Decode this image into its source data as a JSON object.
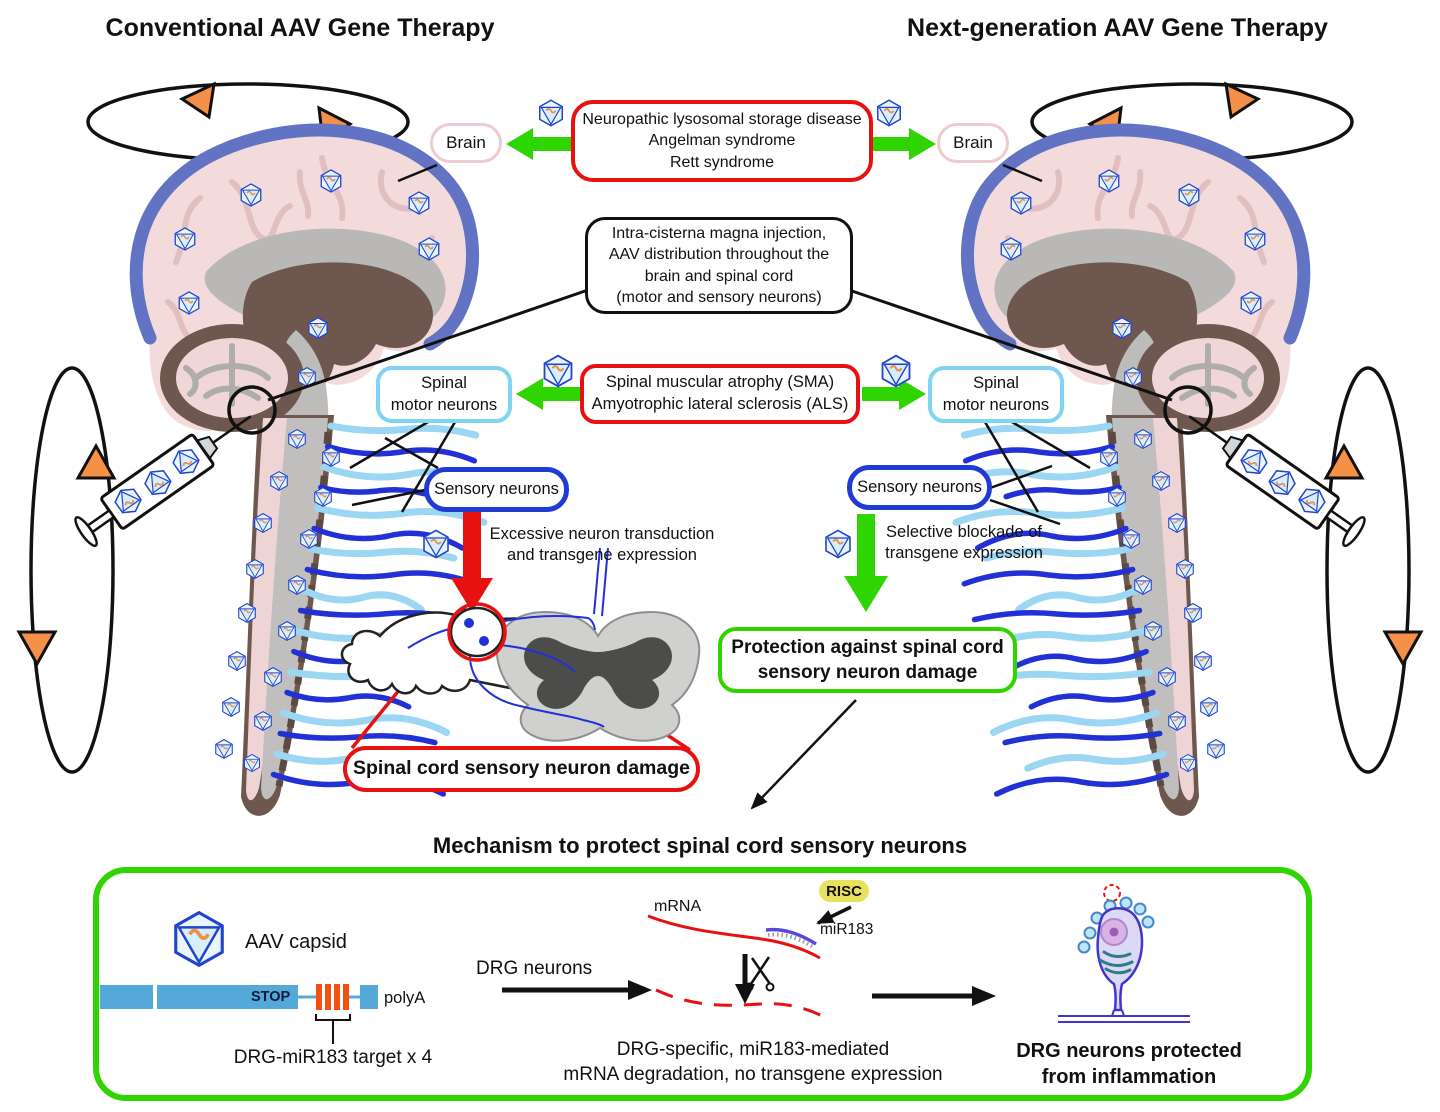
{
  "colors": {
    "accent_green": "#2ed500",
    "accent_red": "#e81111",
    "sensory_blue": "#1f3bd3",
    "motor_cyan": "#7fd4f0",
    "construct_blue": "#55a9d9",
    "construct_orange": "#f4500f",
    "risc_yellow": "#e8e15e",
    "capsid_blue": "#2244cc",
    "rotation_arrow_orange": "#f59048"
  },
  "titles": {
    "left": "Conventional AAV Gene Therapy",
    "right": "Next-generation AAV Gene Therapy",
    "mechanism": "Mechanism to protect spinal cord sensory neurons"
  },
  "brain_label_left": "Brain",
  "brain_label_right": "Brain",
  "disease_box": {
    "line1": "Neuropathic lysosomal storage disease",
    "line2": "Angelman syndrome",
    "line3": "Rett syndrome"
  },
  "icm_box": {
    "line1": "Intra-cisterna magna injection,",
    "line2": "AAV distribution throughout the",
    "line3": "brain and spinal cord",
    "line4": "(motor and sensory neurons)"
  },
  "sma_box": {
    "line1": "Spinal muscular atrophy (SMA)",
    "line2": "Amyotrophic lateral sclerosis (ALS)"
  },
  "motor_left": {
    "line1": "Spinal",
    "line2": "motor neurons"
  },
  "motor_right": {
    "line1": "Spinal",
    "line2": "motor neurons"
  },
  "sensory_left": "Sensory neurons",
  "sensory_right": "Sensory neurons",
  "excessive": {
    "line1": "Excessive neuron transduction",
    "line2": "and transgene expression"
  },
  "selective": {
    "line1": "Selective blockade of",
    "line2": "transgene expression"
  },
  "damage_box": "Spinal cord sensory neuron damage",
  "protection_box": {
    "line1": "Protection against spinal cord",
    "line2": "sensory neuron damage"
  },
  "mechanism_panel": {
    "aav_capsid": "AAV capsid",
    "stop": "STOP",
    "polya": "polyA",
    "target": "DRG-miR183 target x 4",
    "drg_neurons": "DRG neurons",
    "mrna": "mRNA",
    "risc": "RISC",
    "mir183": "miR183",
    "degradation": {
      "line1": "DRG-specific, miR183-mediated",
      "line2": "mRNA degradation, no transgene expression"
    },
    "protected": {
      "line1": "DRG neurons protected",
      "line2": "from inflammation"
    }
  },
  "icons": {
    "aav_capsid": "aav-capsid-icon",
    "syringe": "syringe-icon",
    "scissors": "scissors-icon",
    "rotation_ellipse": "rotation-arrow-icon",
    "neuron": "drg-neuron-icon"
  }
}
